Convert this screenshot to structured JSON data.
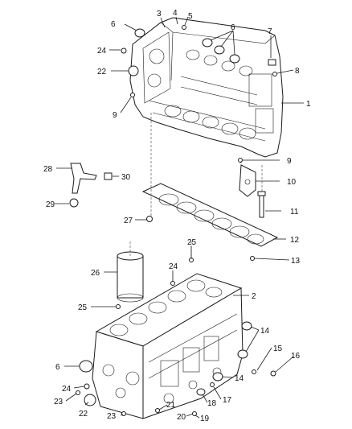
{
  "callouts": [
    {
      "id": "c1",
      "label": "1"
    },
    {
      "id": "c2",
      "label": "2"
    },
    {
      "id": "c3",
      "label": "3"
    },
    {
      "id": "c4",
      "label": "4"
    },
    {
      "id": "c5",
      "label": "5"
    },
    {
      "id": "c6a",
      "label": "6"
    },
    {
      "id": "c6b",
      "label": "6"
    },
    {
      "id": "c6c",
      "label": "6"
    },
    {
      "id": "c7",
      "label": "7"
    },
    {
      "id": "c8",
      "label": "8"
    },
    {
      "id": "c9a",
      "label": "9"
    },
    {
      "id": "c9b",
      "label": "9"
    },
    {
      "id": "c10",
      "label": "10"
    },
    {
      "id": "c11",
      "label": "11"
    },
    {
      "id": "c12",
      "label": "12"
    },
    {
      "id": "c13",
      "label": "13"
    },
    {
      "id": "c14a",
      "label": "14"
    },
    {
      "id": "c14b",
      "label": "14"
    },
    {
      "id": "c14c",
      "label": "14"
    },
    {
      "id": "c15",
      "label": "15"
    },
    {
      "id": "c16",
      "label": "16"
    },
    {
      "id": "c17",
      "label": "17"
    },
    {
      "id": "c18",
      "label": "18"
    },
    {
      "id": "c19",
      "label": "19"
    },
    {
      "id": "c20",
      "label": "20"
    },
    {
      "id": "c21",
      "label": "21"
    },
    {
      "id": "c22a",
      "label": "22"
    },
    {
      "id": "c22b",
      "label": "22"
    },
    {
      "id": "c23a",
      "label": "23"
    },
    {
      "id": "c23b",
      "label": "23"
    },
    {
      "id": "c24a",
      "label": "24"
    },
    {
      "id": "c24b",
      "label": "24"
    },
    {
      "id": "c24c",
      "label": "24"
    },
    {
      "id": "c25a",
      "label": "25"
    },
    {
      "id": "c25b",
      "label": "25"
    },
    {
      "id": "c26",
      "label": "26"
    },
    {
      "id": "c27",
      "label": "27"
    },
    {
      "id": "c28",
      "label": "28"
    },
    {
      "id": "c29",
      "label": "29"
    },
    {
      "id": "c30",
      "label": "30"
    }
  ]
}
